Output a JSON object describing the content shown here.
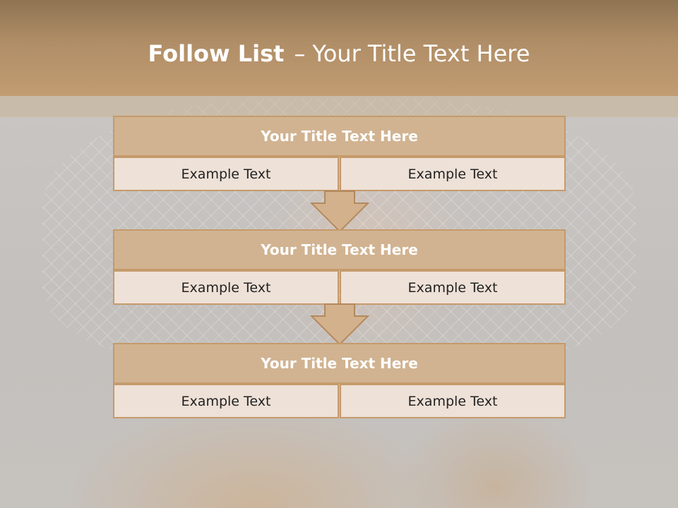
{
  "slide": {
    "title_strong": "Follow List",
    "title_sep": "–",
    "title_rest": "Your Title Text Here"
  },
  "blocks": [
    {
      "title": "Your Title Text Here",
      "left": "Example Text",
      "right": "Example Text"
    },
    {
      "title": "Your Title Text Here",
      "left": "Example Text",
      "right": "Example Text"
    },
    {
      "title": "Your Title Text Here",
      "left": "Example Text",
      "right": "Example Text"
    }
  ],
  "colors": {
    "header": "#b08e67",
    "block_header_fill": "#d1b391",
    "block_border": "#c59a6b",
    "cell_fill": "#eee1d7",
    "arrow_fill": "#d3b18c"
  },
  "icons": {
    "connector": "down-arrow-icon"
  }
}
